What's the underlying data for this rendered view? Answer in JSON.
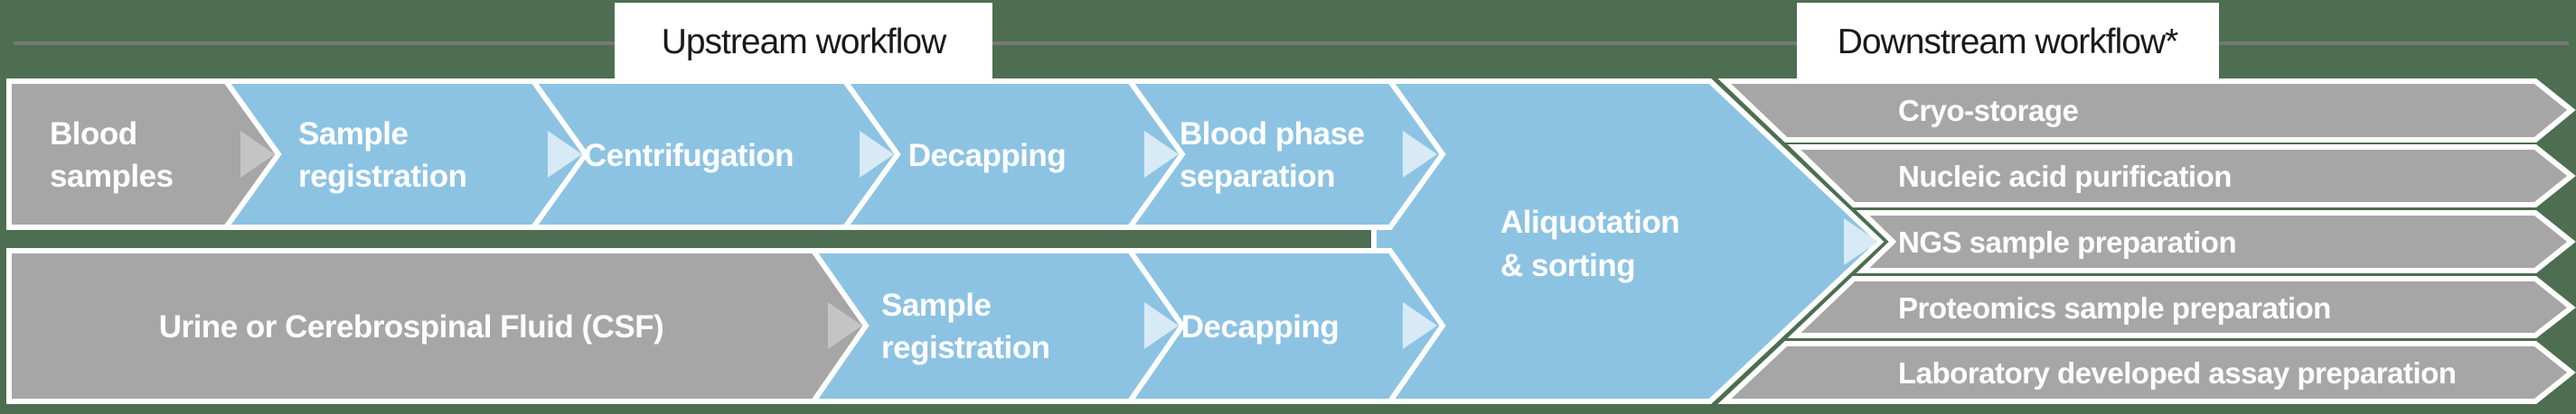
{
  "colors": {
    "background": "#4d6e51",
    "arrow_blue": "#8cc3e3",
    "arrow_blue_glyph": "#d8eaf6",
    "arrow_gray": "#a6a6a6",
    "arrow_gray_glyph": "#c4c4c4",
    "box_white": "#ffffff",
    "header_line": "#787878",
    "header_text": "#1a1a1a",
    "arrow_text": "#ffffff"
  },
  "headers": {
    "upstream": "Upstream workflow",
    "downstream": "Downstream workflow*"
  },
  "upstream": {
    "row1": [
      {
        "lines": [
          "Blood",
          "samples"
        ]
      },
      {
        "lines": [
          "Sample",
          "registration"
        ]
      },
      {
        "label": "Centrifugation"
      },
      {
        "label": "Decapping"
      },
      {
        "lines": [
          "Blood phase",
          "separation"
        ]
      }
    ],
    "row2": [
      {
        "label": "Urine or Cerebrospinal Fluid (CSF)"
      },
      {
        "lines": [
          "Sample",
          "registration"
        ]
      },
      {
        "label": "Decapping"
      }
    ],
    "merge": {
      "lines": [
        "Aliquotation",
        "& sorting"
      ]
    }
  },
  "downstream": {
    "steps": [
      {
        "label": "Cryo-storage"
      },
      {
        "label": "Nucleic acid purification"
      },
      {
        "label": "NGS sample preparation"
      },
      {
        "label": "Proteomics sample preparation"
      },
      {
        "label": "Laboratory developed assay preparation"
      }
    ]
  }
}
